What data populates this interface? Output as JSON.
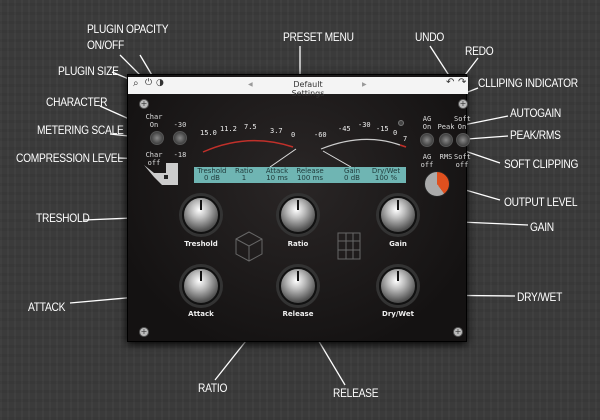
{
  "annotations": {
    "plugin_opacity": "PLUGIN OPACITY",
    "on_off": "ON/OFF",
    "plugin_size": "PLUGIN SIZE",
    "preset_menu": "PRESET MENU",
    "undo": "UNDO",
    "redo": "REDO",
    "clipping_indicator": "CLLIPING INDICATOR",
    "autogain": "AUTOGAIN",
    "peak_rms": "PEAK/RMS",
    "soft_clipping": "SOFT CLIPPING",
    "output_level": "OUTPUT LEVEL",
    "gain": "GAIN",
    "dry_wet": "DRY/WET",
    "character": "CHARACTER",
    "metering_scale": "METERING SCALE",
    "compression_level": "COMPRESSION LEVEL",
    "treshold": "TRESHOLD",
    "attack": "ATTACK",
    "ratio": "RATIO",
    "release": "RELEASE"
  },
  "header": {
    "preset": "Default Settings",
    "prev": "◀",
    "next": "▶",
    "undo": "↶",
    "redo": "↷",
    "zoom_icon": "⌕",
    "power_icon": "⏻",
    "opacity_icon": "◑"
  },
  "switches": {
    "char_on": "Char On",
    "char_off": "Char off",
    "scale_top": "-30",
    "scale_bottom": "-18",
    "ag_on": "AG On",
    "ag_off": "AG off",
    "peak": "Peak",
    "rms": "RMS",
    "soft_on": "Soft On",
    "soft_off": "Soft off"
  },
  "meter_in": [
    "15.0",
    "11.2",
    "7.5",
    "3.7",
    "0"
  ],
  "meter_out": [
    "-60",
    "-45",
    "-30",
    "-15",
    "0",
    "7"
  ],
  "lcd": [
    {
      "label": "Treshold",
      "value": "0 dB"
    },
    {
      "label": "Ratio",
      "value": "1"
    },
    {
      "label": "Attack",
      "value": "10 ms"
    },
    {
      "label": "Release",
      "value": "100 ms"
    },
    {
      "label": "Gain",
      "value": "0 dB"
    },
    {
      "label": "Dry/Wet",
      "value": "100 %"
    }
  ],
  "knobs": {
    "treshold": "Treshold",
    "ratio": "Ratio",
    "gain": "Gain",
    "attack": "Attack",
    "release": "Release",
    "dry_wet": "Dry/Wet"
  },
  "colors": {
    "lcd": "#6fb5b3",
    "meter_red": "#c0302a",
    "clip_orange": "#e0501e"
  }
}
